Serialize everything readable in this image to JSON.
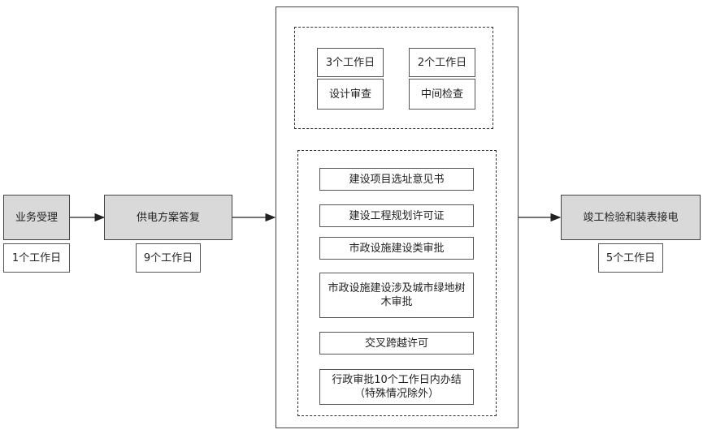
{
  "steps": {
    "acceptance": {
      "label": "业务受理",
      "duration": "1个工作日"
    },
    "reply": {
      "label": "供电方案答复",
      "duration": "9个工作日"
    },
    "completion": {
      "label": "竣工检验和装表接电",
      "duration": "5个工作日"
    }
  },
  "design_group": {
    "design_review": {
      "duration": "3个工作日",
      "label": "设计审查"
    },
    "mid_inspection": {
      "duration": "2个工作日",
      "label": "中间检查"
    }
  },
  "permits": [
    "建设项目选址意见书",
    "建设工程规划许可证",
    "市政设施建设类审批",
    "市政设施建设涉及城市绿地树木审批",
    "交叉跨越许可",
    "行政审批10个工作日内办结（特殊情况除外）"
  ],
  "colors": {
    "step_fill": "#d9d9d9",
    "border": "#444444"
  }
}
